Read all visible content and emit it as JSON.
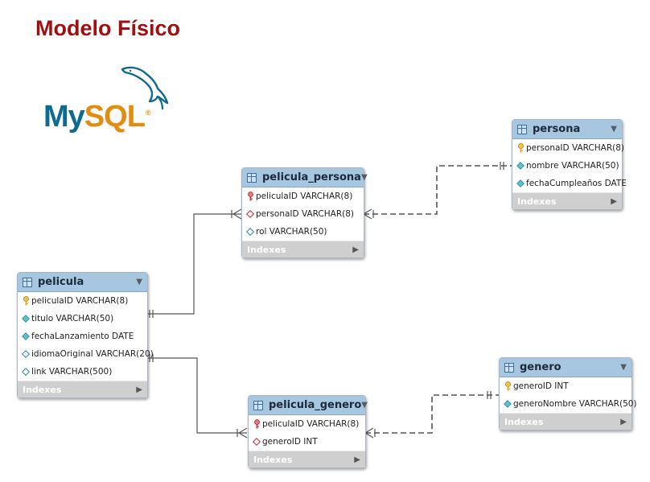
{
  "title": "Modelo Físico",
  "logo": {
    "my": "My",
    "sql": "SQL",
    "reg": "®"
  },
  "tables": {
    "persona": {
      "name": "persona",
      "columns": [
        {
          "text": "personaID VARCHAR(8)",
          "icon": "primary-key-icon"
        },
        {
          "text": "nombre VARCHAR(50)",
          "icon": "column-not-null-icon"
        },
        {
          "text": "fechaCumpleaños DATE",
          "icon": "column-not-null-icon"
        }
      ],
      "indexes": "Indexes"
    },
    "pelicula_persona": {
      "name": "pelicula_persona",
      "columns": [
        {
          "text": "peliculaID VARCHAR(8)",
          "icon": "primary-foreign-key-icon"
        },
        {
          "text": "personaID VARCHAR(8)",
          "icon": "foreign-key-icon"
        },
        {
          "text": "rol VARCHAR(50)",
          "icon": "column-nullable-icon"
        }
      ],
      "indexes": "Indexes"
    },
    "pelicula": {
      "name": "pelicula",
      "columns": [
        {
          "text": "peliculaID VARCHAR(8)",
          "icon": "primary-key-icon"
        },
        {
          "text": "titulo VARCHAR(50)",
          "icon": "column-not-null-icon"
        },
        {
          "text": "fechaLanzamiento DATE",
          "icon": "column-not-null-icon"
        },
        {
          "text": "idiomaOriginal VARCHAR(20)",
          "icon": "column-nullable-icon"
        },
        {
          "text": "link VARCHAR(500)",
          "icon": "column-nullable-icon"
        }
      ],
      "indexes": "Indexes"
    },
    "genero": {
      "name": "genero",
      "columns": [
        {
          "text": "generoID INT",
          "icon": "primary-key-icon"
        },
        {
          "text": "generoNombre VARCHAR(50)",
          "icon": "column-not-null-icon"
        }
      ],
      "indexes": "Indexes"
    },
    "pelicula_genero": {
      "name": "pelicula_genero",
      "columns": [
        {
          "text": "peliculaID VARCHAR(8)",
          "icon": "primary-foreign-key-icon"
        },
        {
          "text": "generoID INT",
          "icon": "foreign-key-icon"
        }
      ],
      "indexes": "Indexes"
    }
  },
  "colors": {
    "title": "#a01010",
    "header": "#a7c6df",
    "indexes": "#cfcfcf",
    "connector": "#555555",
    "mysql_blue": "#0e6a8f",
    "mysql_orange": "#e48c0e"
  }
}
